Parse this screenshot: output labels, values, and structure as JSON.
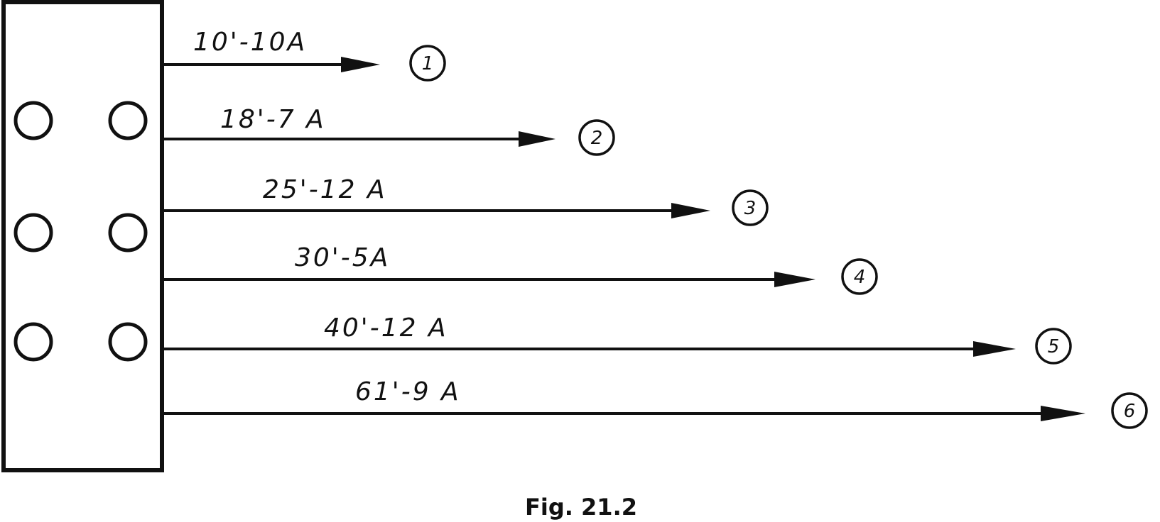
{
  "panel": {
    "outlet_count": 6
  },
  "circuits": [
    {
      "label": "10'-10A",
      "number": "1"
    },
    {
      "label": "18'-7 A",
      "number": "2"
    },
    {
      "label": "25'-12 A",
      "number": "3"
    },
    {
      "label": "30'-5A",
      "number": "4"
    },
    {
      "label": "40'-12 A",
      "number": "5"
    },
    {
      "label": "61'-9 A",
      "number": "6"
    }
  ],
  "caption": "Fig. 21.2",
  "colors": {
    "ink": "#111111",
    "background": "#ffffff"
  }
}
